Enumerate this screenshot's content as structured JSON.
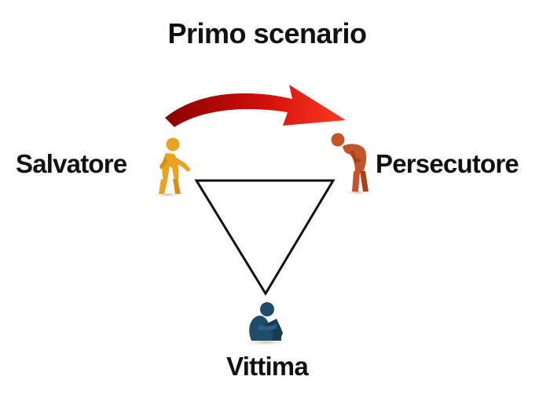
{
  "title": "Primo scenario",
  "roles": {
    "salvatore": "Salvatore",
    "persecutore": "Persecutore",
    "vittima": "Vittima"
  },
  "colors": {
    "salvatore": "#e8a322",
    "persecutore": "#c4542a",
    "vittima": "#1f4c6b",
    "arrow_dark": "#9a0000",
    "arrow_light": "#ff2a1a",
    "triangle": "#111111"
  },
  "icons": {
    "salvatore": "standing-person-icon",
    "persecutore": "bent-over-person-icon",
    "vittima": "sitting-hugging-knees-person-icon",
    "arrow": "curved-arrow-icon"
  }
}
